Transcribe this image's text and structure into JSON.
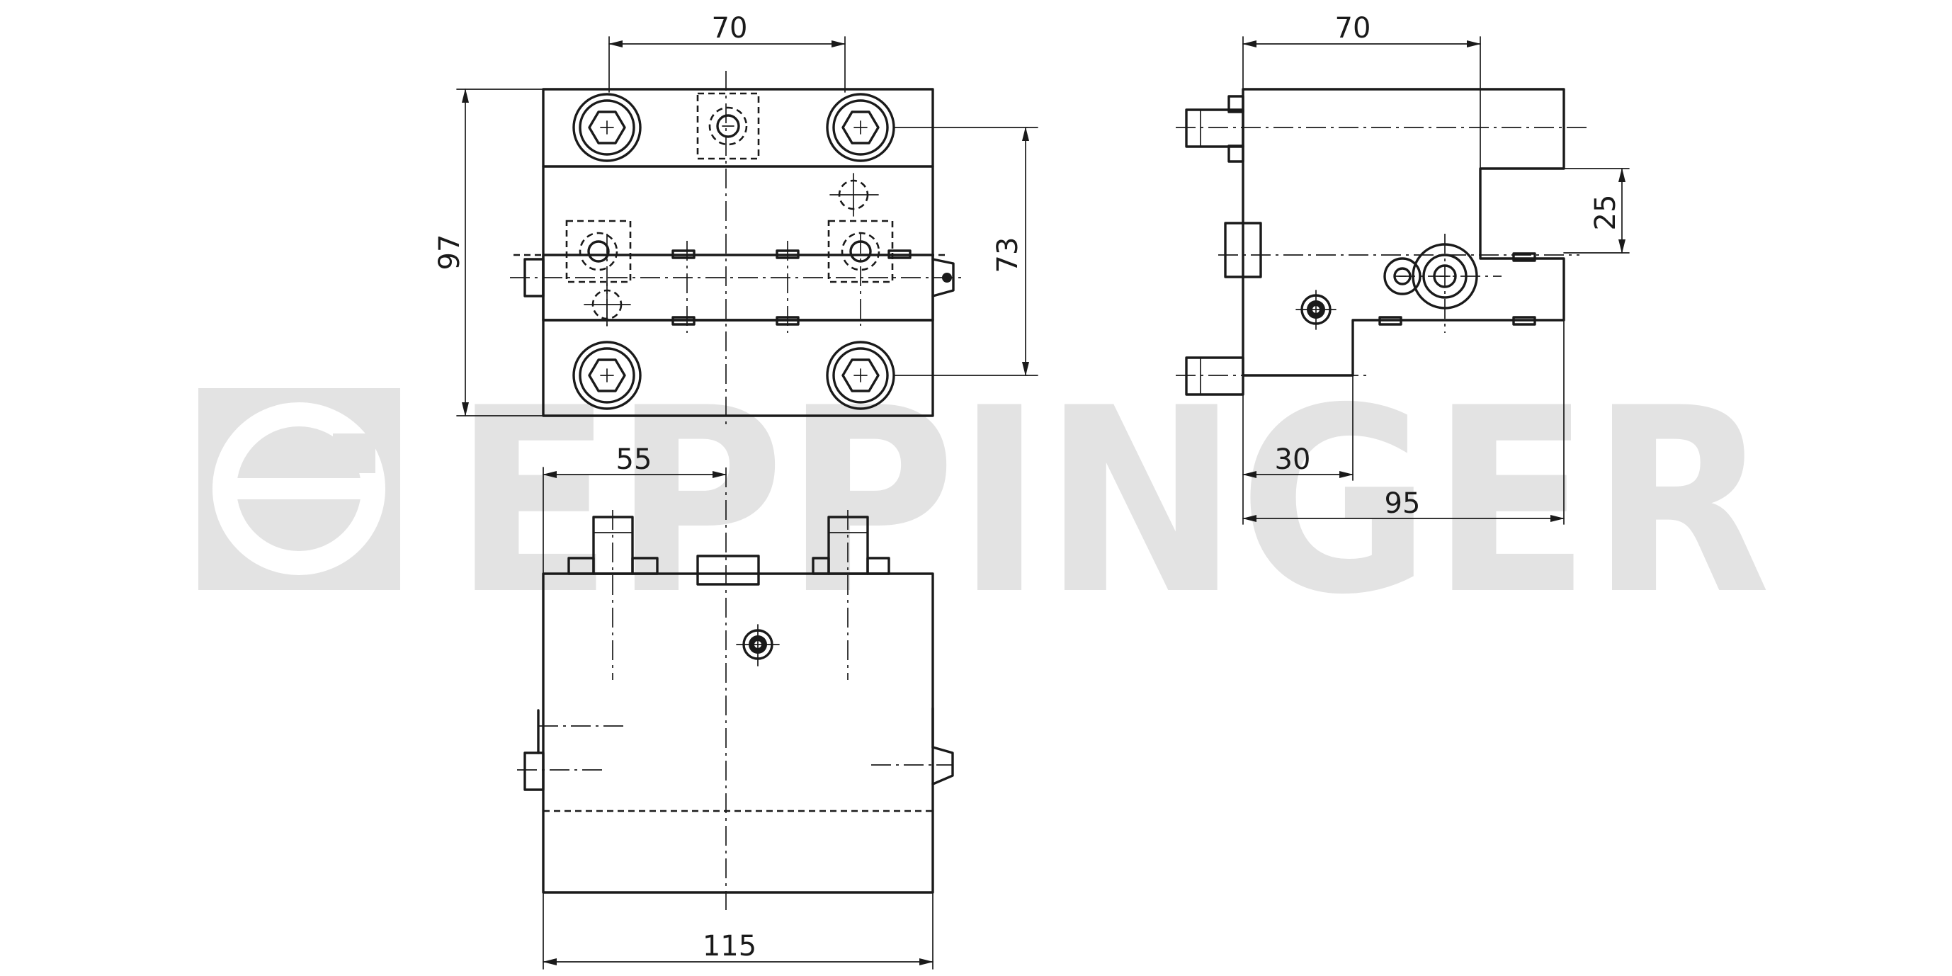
{
  "watermark": {
    "brand": "EPPINGER",
    "color": "#e3e3e3"
  },
  "dimensions": {
    "top_view_width": "70",
    "top_view_height_total": "97",
    "top_view_height_bolts": "73",
    "side_view_width": "70",
    "side_view_step": "25",
    "side_view_offset": "30",
    "side_view_depth": "95",
    "front_view_offset": "55",
    "front_view_width": "115"
  },
  "colors": {
    "line": "#1a1a1a",
    "background": "#ffffff"
  }
}
